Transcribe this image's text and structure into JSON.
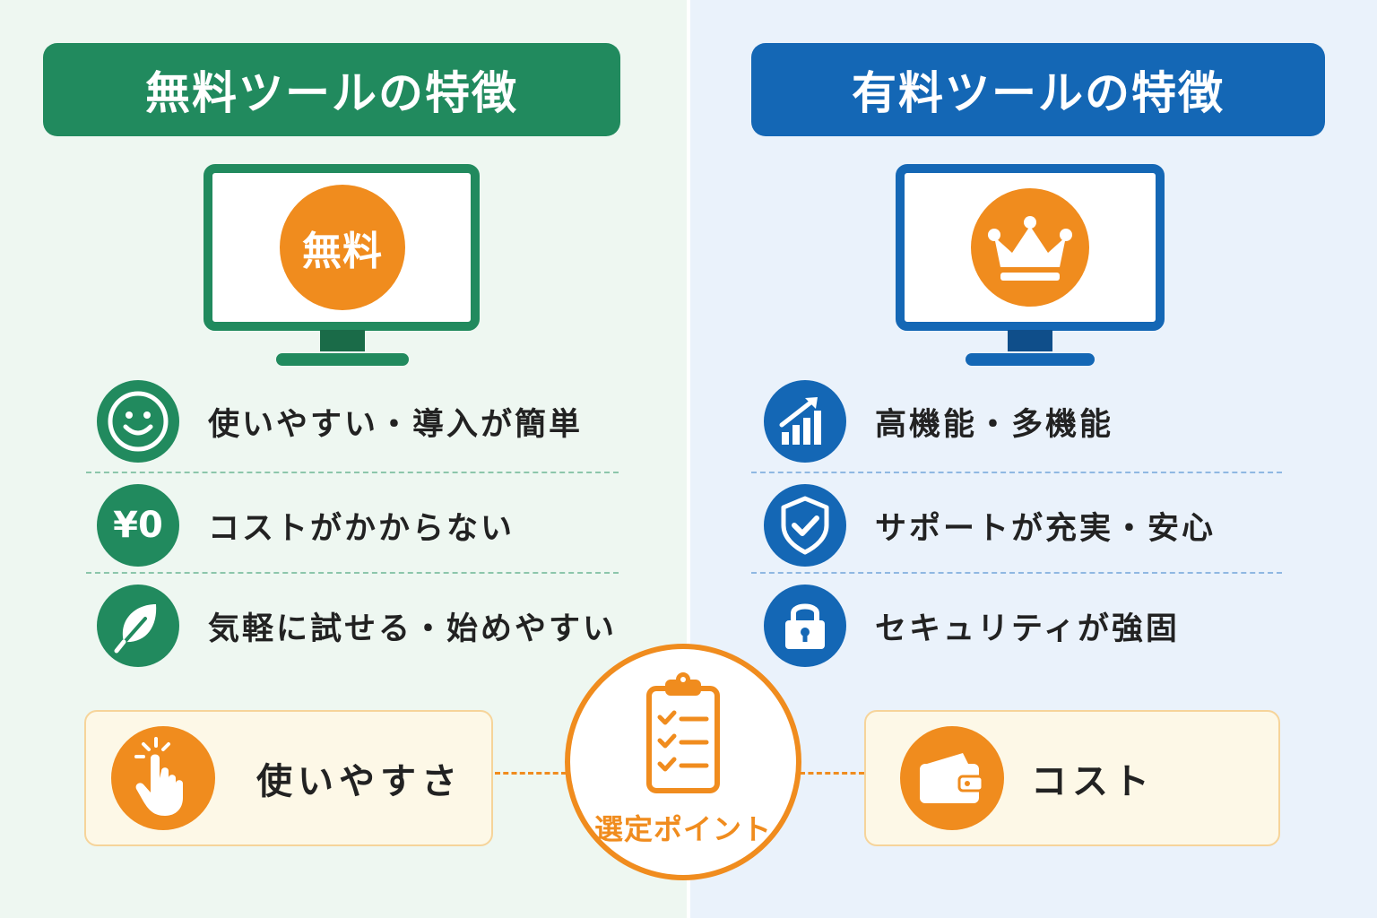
{
  "free": {
    "title": "無料ツールの特徴",
    "badge": "無料",
    "features": [
      {
        "icon": "smiley-icon",
        "label": "使いやすい・導入が簡単"
      },
      {
        "icon": "yen-zero-icon",
        "icon_text": "¥0",
        "label": "コストがかからない"
      },
      {
        "icon": "leaf-icon",
        "label": "気軽に試せる・始めやすい"
      }
    ],
    "point": {
      "icon": "tap-hand-icon",
      "label": "使いやすさ"
    }
  },
  "paid": {
    "title": "有料ツールの特徴",
    "badge_icon": "crown-icon",
    "features": [
      {
        "icon": "growth-chart-icon",
        "label": "高機能・多機能"
      },
      {
        "icon": "shield-check-icon",
        "label": "サポートが充実・安心"
      },
      {
        "icon": "lock-icon",
        "label": "セキュリティが強固"
      }
    ],
    "point": {
      "icon": "wallet-icon",
      "label": "コスト"
    }
  },
  "center": {
    "icon": "clipboard-checklist-icon",
    "label": "選定ポイント"
  },
  "colors": {
    "free_green": "#218a5e",
    "paid_blue": "#1467b5",
    "accent_orange": "#f08c1e",
    "left_bg": "#eef7f1",
    "right_bg": "#eaf2fb",
    "card_bg": "#fdf8e7"
  }
}
